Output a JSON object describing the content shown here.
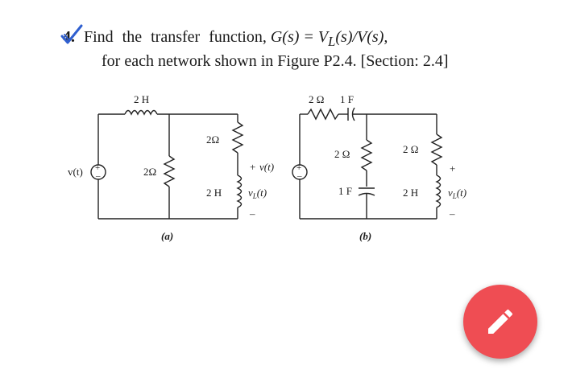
{
  "problem": {
    "number": "4.",
    "line1_words": "Find the transfer function,",
    "line1_math": "G(s) = V",
    "line1_sub": "L",
    "line1_math2": "(s)/V(s),",
    "line2": "for each network shown in Figure P2.4. [Section: 2.4]"
  },
  "figure_a": {
    "inductor_top": "2 H",
    "source_label": "v(t)",
    "resistor_mid": "2Ω",
    "resistor_right": "2Ω",
    "inductor_right": "2 H",
    "output_plus": "+",
    "output_label": "v",
    "output_sub": "L",
    "output_arg": "(t)",
    "output_minus": "–",
    "caption": "(a)"
  },
  "figure_b": {
    "top_resistor": "2 Ω",
    "top_capacitor": "1 F",
    "source_label": "v(t)",
    "resistor_mid": "2 Ω",
    "capacitor_mid": "1 F",
    "resistor_right": "2 Ω",
    "inductor_right": "2 H",
    "output_plus": "+",
    "output_label": "v",
    "output_sub": "L",
    "output_arg": "(t)",
    "output_minus": "–",
    "caption": "(b)"
  },
  "fab": {
    "icon": "pencil-icon",
    "color": "#ef4d53"
  }
}
